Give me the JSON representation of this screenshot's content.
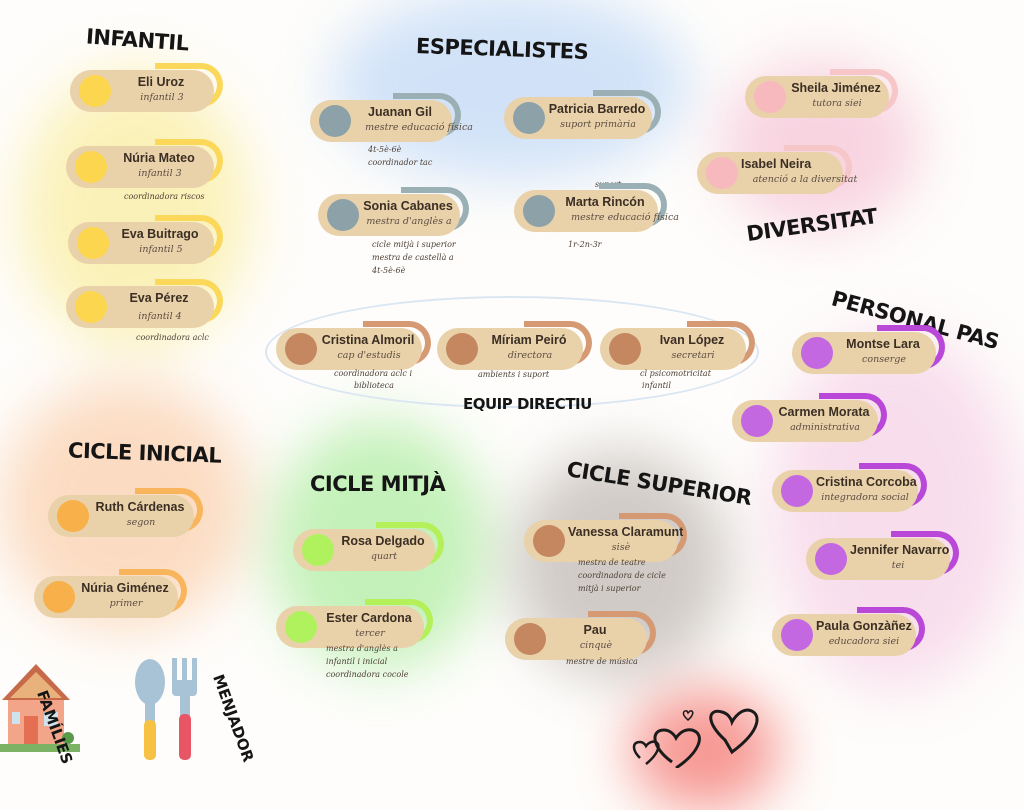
{
  "colors": {
    "infantil": "#fcd64e",
    "especialistes": "#8da2a8",
    "diversitat": "#f7b9bd",
    "equip": "#c5875f",
    "inicial": "#f7b04a",
    "mitja": "#b0f25e",
    "superior": "#c5875f",
    "pas": "#c468e2",
    "pill": "#e9d1aa"
  },
  "headings": {
    "infantil": "INFANTIL",
    "especialistes": "ESPECIALISTES",
    "diversitat": "DIVERSITAT",
    "personal_pas": "PERSONAL PAS",
    "equip_directiu": "EQUIP DIRECTIU",
    "cicle_inicial": "CICLE INICIAL",
    "cicle_mitja": "CICLE MITJÀ",
    "cicle_superior": "CICLE SUPERIOR"
  },
  "infantil": [
    {
      "name": "Eli Uroz",
      "role": "infantil 3"
    },
    {
      "name": "Núria Mateo",
      "role": "infantil 3",
      "note": "coordinadora riscos"
    },
    {
      "name": "Eva Buitrago",
      "role": "infantil 5"
    },
    {
      "name": "Eva Pérez",
      "role": "infantil 4",
      "note": "coordinadora aclc"
    }
  ],
  "especialistes": [
    {
      "name": "Juanan Gil",
      "role": "mestre educació física",
      "note1": "4t-5è-6è",
      "note2": "coordinador tac"
    },
    {
      "name": "Patricia Barredo",
      "role": "suport primària"
    },
    {
      "name": "Sonia Cabanes",
      "role": "mestra d'anglès a",
      "note1": "cicle mitjà i superior",
      "note2": "mestra de castellà a",
      "note3": "4t-5è-6è"
    },
    {
      "name": "Marta Rincón",
      "role": "mestre educació física",
      "note0": "suport",
      "note1": "1r-2n-3r"
    }
  ],
  "diversitat": [
    {
      "name": "Sheila Jiménez",
      "role": "tutora siei"
    },
    {
      "name": "Isabel Neira",
      "role": "atenció a la diversitat"
    }
  ],
  "equip": [
    {
      "name": "Cristina Almoril",
      "role": "cap d'estudis",
      "note1": "coordinadora aclc i",
      "note2": "biblioteca"
    },
    {
      "name": "Míriam Peiró",
      "role": "directora",
      "note1": "ambients i suport"
    },
    {
      "name": "Ivan López",
      "role": "secretari",
      "note1": "cl psicomotricitat",
      "note2": "infantil"
    }
  ],
  "inicial": [
    {
      "name": "Ruth Cárdenas",
      "role": "segon"
    },
    {
      "name": "Núria Giménez",
      "role": "primer"
    }
  ],
  "mitja": [
    {
      "name": "Rosa Delgado",
      "role": "quart"
    },
    {
      "name": "Ester Cardona",
      "role": "tercer",
      "note1": "mestra d'anglès a",
      "note2": "infantil i inicial",
      "note3": "coordinadora cocole"
    }
  ],
  "superior": [
    {
      "name": "Vanessa Claramunt",
      "role": "sisè",
      "note1": "mestra de teatre",
      "note2": "coordinadora de cicle",
      "note3": "mitjà i superior"
    },
    {
      "name": "Pau",
      "role": "cinquè",
      "note1": "mestre de música"
    }
  ],
  "pas": [
    {
      "name": "Montse Lara",
      "role": "conserge"
    },
    {
      "name": "Carmen Morata",
      "role": "administrativa"
    },
    {
      "name": "Cristina Corcoba",
      "role": "integradora social"
    },
    {
      "name": "Jennifer Navarro",
      "role": "tei"
    },
    {
      "name": "Paula Gonzàñez",
      "role": "educadora siei"
    }
  ],
  "footer": {
    "families": "FAMÍLIES",
    "menjador": "MENJADOR"
  },
  "icons": [
    "house-icon",
    "spoon-icon",
    "fork-icon",
    "hearts-icon"
  ]
}
